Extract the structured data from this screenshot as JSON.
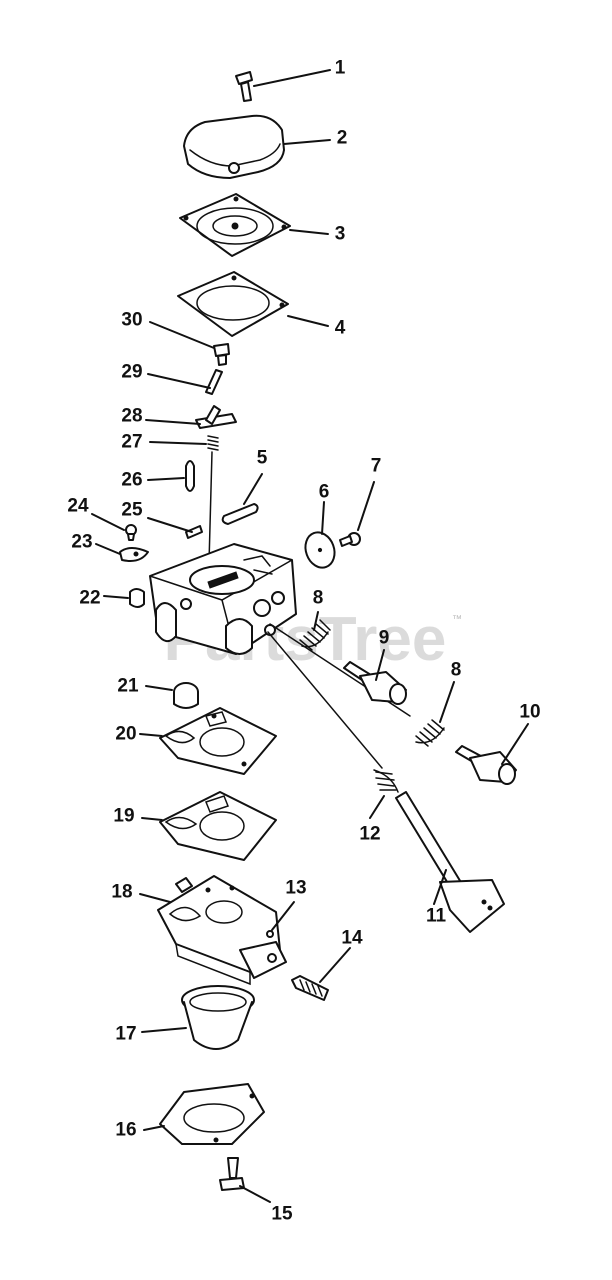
{
  "watermark": "PartsTree",
  "trademark": "™",
  "callouts": {
    "c1": "1",
    "c2": "2",
    "c3": "3",
    "c4": "4",
    "c5": "5",
    "c6": "6",
    "c7": "7",
    "c8a": "8",
    "c8b": "8",
    "c9": "9",
    "c10": "10",
    "c11": "11",
    "c12": "12",
    "c13": "13",
    "c14": "14",
    "c15": "15",
    "c16": "16",
    "c17": "17",
    "c18": "18",
    "c19": "19",
    "c20": "20",
    "c21": "21",
    "c22": "22",
    "c23": "23",
    "c24": "24",
    "c25": "25",
    "c26": "26",
    "c27": "27",
    "c28": "28",
    "c29": "29",
    "c30": "30"
  }
}
